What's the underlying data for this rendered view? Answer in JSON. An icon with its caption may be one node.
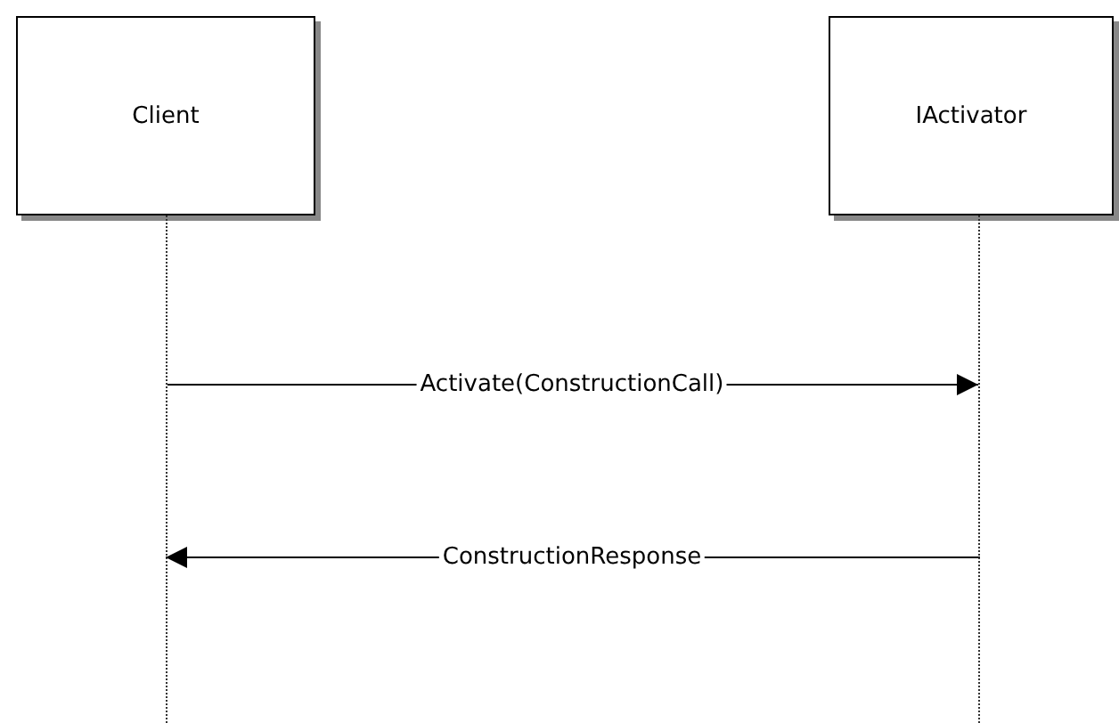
{
  "diagram": {
    "nodes": [
      {
        "text": [
          "Client"
        ]
      },
      {
        "text": [
          "IActivator"
        ]
      },
      {
        "text": [],
        "shape": "line"
      },
      {
        "text": [],
        "shape": "line"
      }
    ],
    "edges": [
      {
        "from": 2,
        "to": 3,
        "arrow": "to",
        "label": "Activate(ConstructionCall)"
      },
      {
        "from": 3,
        "to": 2,
        "arrow": "to",
        "label": "ConstructionResponse"
      }
    ]
  }
}
